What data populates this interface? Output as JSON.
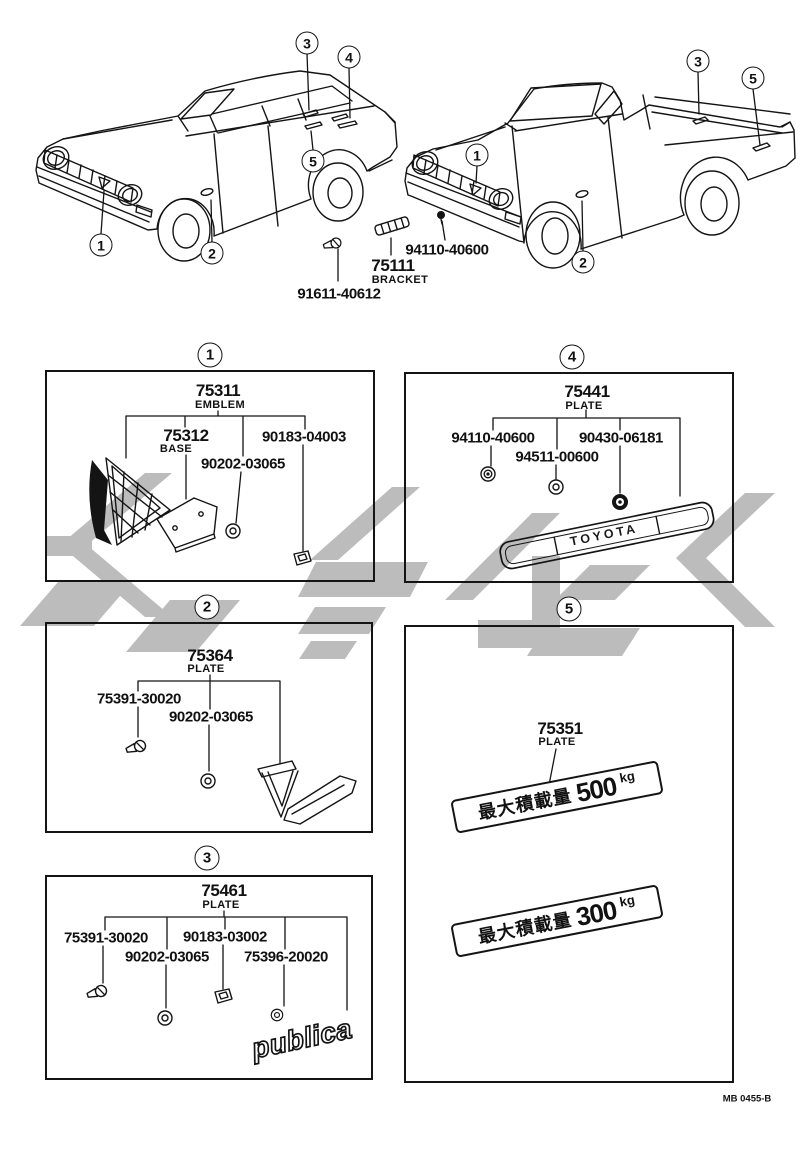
{
  "colors": {
    "ink": "#141414",
    "watermark": "#bcbcbc",
    "paper": "#ffffff"
  },
  "callouts": {
    "c1": "1",
    "c2": "2",
    "c3": "3",
    "c4": "4",
    "c5": "5"
  },
  "top": {
    "clip_part": "94110-40600",
    "bracket_part": "75111",
    "bracket_name": "BRACKET",
    "screw_part": "91611-40612"
  },
  "box1": {
    "num": "1",
    "part": "75311",
    "part_name": "EMBLEM",
    "base_part": "75312",
    "base_name": "BASE",
    "clip_part": "90183-04003",
    "grommet_part": "90202-03065"
  },
  "box2": {
    "num": "2",
    "part": "75364",
    "part_name": "PLATE",
    "screw_part": "75391-30020",
    "grommet_part": "90202-03065"
  },
  "box3": {
    "num": "3",
    "part": "75461",
    "part_name": "PLATE",
    "screw_part": "75391-30020",
    "clip_part": "90183-03002",
    "grommet_part": "90202-03065",
    "spacer_part": "75396-20020",
    "emblem_text": "publica"
  },
  "box4": {
    "num": "4",
    "part": "75441",
    "part_name": "PLATE",
    "nut_part": "94110-40600",
    "rivet_part": "90430-06181",
    "grommet_part": "94511-00600",
    "plate_text": "TOYOTA"
  },
  "box5": {
    "num": "5",
    "part": "75351",
    "part_name": "PLATE",
    "plate_500": {
      "label": "最大積載量",
      "value": "500",
      "unit": "kg"
    },
    "plate_300": {
      "label": "最大積載量",
      "value": "300",
      "unit": "kg"
    }
  },
  "footer": {
    "doc_code": "MB 0455-B"
  }
}
